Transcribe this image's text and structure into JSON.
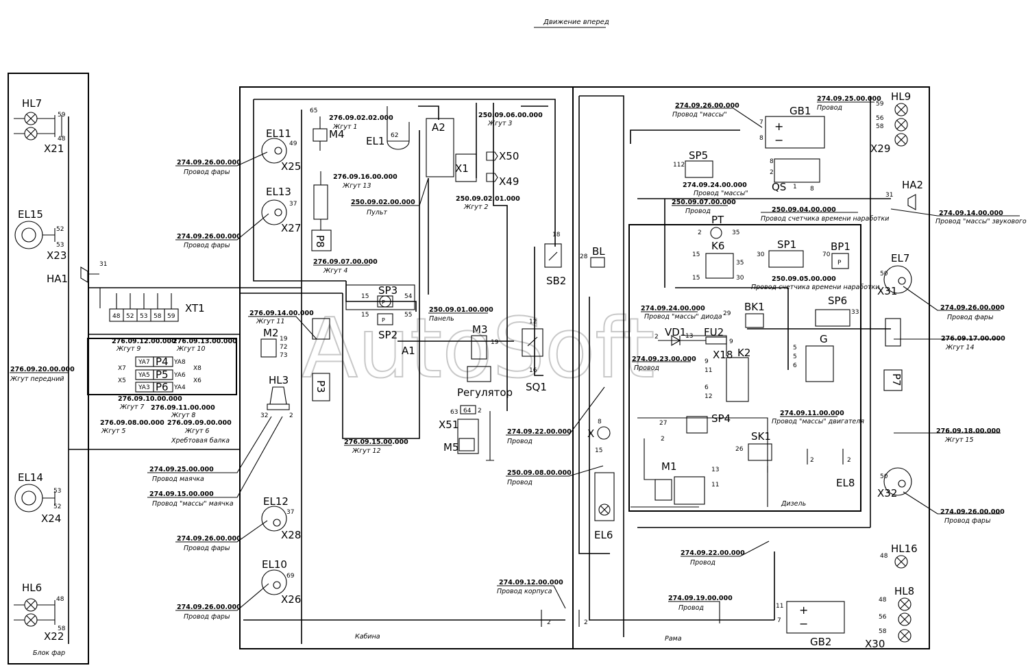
{
  "title": "Движение вперед",
  "watermark": "AutoSoft",
  "zones": {
    "headlights_block": "Блок фар",
    "spine": "Хребтовая балка",
    "cabin": "Кабина",
    "frame": "Рама",
    "diesel": "Дизель"
  },
  "components": {
    "HL7": "HL7",
    "X21": "X21",
    "EL15": "EL15",
    "X23": "X23",
    "HA1": "HA1",
    "EL14": "EL14",
    "X24": "X24",
    "HL6": "HL6",
    "X22": "X22",
    "EL11": "EL11",
    "X25": "X25",
    "EL13": "EL13",
    "X27": "X27",
    "EL12": "EL12",
    "X28": "X28",
    "EL10": "EL10",
    "X26": "X26",
    "M4": "M4",
    "EL1": "EL1",
    "A2": "A2",
    "X1": "X1",
    "X50": "X50",
    "X49": "X49",
    "XT1": "XT1",
    "M2": "M2",
    "HL3": "HL3",
    "SP3": "SP3",
    "SP2": "SP2",
    "A1": "A1",
    "M3": "M3",
    "SB2": "SB2",
    "SQ1": "SQ1",
    "X51": "X51",
    "M5": "M5",
    "P4": "P4",
    "P5": "P5",
    "P6": "P6",
    "P8": "P8",
    "P3": "P3",
    "P7": "P7",
    "BL": "BL",
    "X": "X",
    "EL6": "EL6",
    "GB1": "GB1",
    "SP5": "SP5",
    "QS": "QS",
    "PT": "PT",
    "K6": "K6",
    "SP1": "SP1",
    "BP1": "BP1",
    "VD1": "VD1",
    "FU2": "FU2",
    "BK1": "BK1",
    "SP6": "SP6",
    "G": "G",
    "X18": "X18",
    "K2": "K2",
    "SP4": "SP4",
    "SK1": "SK1",
    "M1": "M1",
    "EL8": "EL8",
    "GB2": "GB2",
    "HL9": "HL9",
    "X29": "X29",
    "HA2": "HA2",
    "EL7": "EL7",
    "X31": "X31",
    "EL9": "X32",
    "HL16": "HL16",
    "HL8": "HL8",
    "X30": "X30",
    "regulator": "Регулятор"
  },
  "connectors": {
    "terminal_block": [
      "48",
      "52",
      "53",
      "58",
      "59"
    ]
  },
  "callouts": [
    {
      "code": "274.09.26.00.000",
      "desc": "Провод фары"
    },
    {
      "code": "274.09.26.00.000",
      "desc": "Провод фары"
    },
    {
      "code": "274.09.26.00.000",
      "desc": "Провод фары"
    },
    {
      "code": "274.09.26.00.000",
      "desc": "Провод фары"
    },
    {
      "code": "276.09.20.00.000",
      "desc": "Жгут передний"
    },
    {
      "code": "276.09.12.00.000",
      "desc": "Жгут 9"
    },
    {
      "code": "276.09.13.00.000",
      "desc": "Жгут 10"
    },
    {
      "code": "276.09.10.00.000",
      "desc": "Жгут 7"
    },
    {
      "code": "276.09.11.00.000",
      "desc": "Жгут 8"
    },
    {
      "code": "276.09.08.00.000",
      "desc": "Жгут 5"
    },
    {
      "code": "276.09.09.00.000",
      "desc": "Жгут 6"
    },
    {
      "code": "274.09.25.00.000",
      "desc": "Провод маячка"
    },
    {
      "code": "274.09.15.00.000",
      "desc": "Провод \"массы\" маячка"
    },
    {
      "code": "276.09.02.02.000",
      "desc": "Жгут 1"
    },
    {
      "code": "250.09.06.00.000",
      "desc": "Жгут 3"
    },
    {
      "code": "276.09.16.00.000",
      "desc": "Жгут 13"
    },
    {
      "code": "250.09.02.00.000",
      "desc": "Пульт"
    },
    {
      "code": "250.09.02.01.000",
      "desc": "Жгут 2"
    },
    {
      "code": "276.09.07.00.000",
      "desc": "Жгут 4"
    },
    {
      "code": "276.09.14.00.000",
      "desc": "Жгут 11"
    },
    {
      "code": "250.09.01.00.000",
      "desc": "Панель"
    },
    {
      "code": "276.09.15.00.000",
      "desc": "Жгут 12"
    },
    {
      "code": "274.09.22.00.000",
      "desc": "Провод"
    },
    {
      "code": "250.09.08.00.000",
      "desc": "Провод"
    },
    {
      "code": "274.09.12.00.000",
      "desc": "Провод корпуса"
    },
    {
      "code": "274.09.22.00.000",
      "desc": "Провод"
    },
    {
      "code": "274.09.19.00.000",
      "desc": "Провод"
    },
    {
      "code": "274.09.26.00.000",
      "desc": "Провод \"массы\""
    },
    {
      "code": "274.09.25.00.000",
      "desc": "Провод"
    },
    {
      "code": "274.09.24.00.000",
      "desc": "Провод \"массы\""
    },
    {
      "code": "250.09.07.00.000",
      "desc": "Провод"
    },
    {
      "code": "250.09.04.00.000",
      "desc": "Провод счетчика времени наработки"
    },
    {
      "code": "250.09.05.00.000",
      "desc": "Провод счетчика времени наработки"
    },
    {
      "code": "274.09.24.00.000",
      "desc": "Провод \"массы\" диода"
    },
    {
      "code": "274.09.23.00.000",
      "desc": "Провод"
    },
    {
      "code": "274.09.11.00.000",
      "desc": "Провод \"массы\" двигателя"
    },
    {
      "code": "274.09.14.00.000",
      "desc": "Провод \"массы\" звукового сигнала"
    },
    {
      "code": "274.09.26.00.000",
      "desc": "Провод фары"
    },
    {
      "code": "276.09.17.00.000",
      "desc": "Жгут 14"
    },
    {
      "code": "276.09.18.00.000",
      "desc": "Жгут 15"
    },
    {
      "code": "274.09.26.00.000",
      "desc": "Провод фары"
    }
  ]
}
